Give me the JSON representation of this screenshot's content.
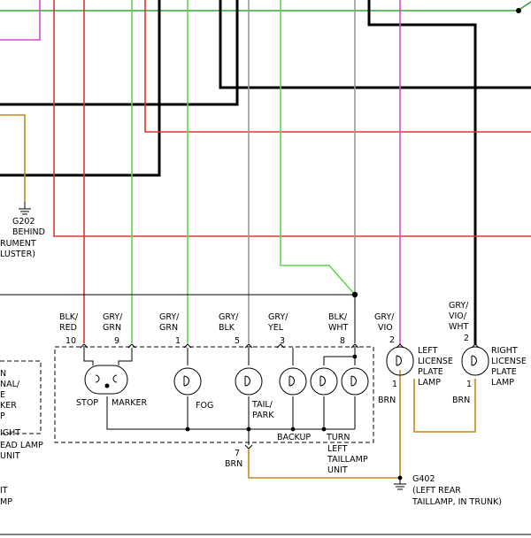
{
  "colors": {
    "red": "#e0362f",
    "green": "#5fd94a",
    "gray": "#9a9a9a",
    "violet": "#d24ad4",
    "brown": "#c58b1a",
    "black": "#000000",
    "dk_green": "#2fa836"
  },
  "left_labels": {
    "ground_id": "G202",
    "ground_desc_1": "BEHIND",
    "ground_desc_2": "RUMENT",
    "ground_desc_3": "LUSTER)",
    "partial_1": "N",
    "partial_2": "NAL/",
    "partial_3": "E",
    "partial_4": "KER",
    "partial_5": "P",
    "partial_6": "IGHT",
    "partial_7": "EAD LAMP",
    "partial_8": "UNIT",
    "partial_9": "IT",
    "partial_10": "MP"
  },
  "connector": {
    "pins": [
      {
        "color_1": "BLK/",
        "color_2": "RED",
        "pin": "10"
      },
      {
        "color_1": "GRY/",
        "color_2": "GRN",
        "pin": "9"
      },
      {
        "color_1": "GRY/",
        "color_2": "GRN",
        "pin": "1"
      },
      {
        "color_1": "GRY/",
        "color_2": "BLK",
        "pin": "5"
      },
      {
        "color_1": "GRY/",
        "color_2": "YEL",
        "pin": "3"
      },
      {
        "color_1": "BLK/",
        "color_2": "WHT",
        "pin": "8"
      }
    ],
    "ground_pin": "7",
    "ground_color": "BRN"
  },
  "bulb_labels": {
    "stop": "STOP",
    "marker": "MARKER",
    "fog": "FOG",
    "tail_1": "TAIL/",
    "tail_2": "PARK",
    "backup": "BACKUP",
    "turn": "TURN"
  },
  "unit_label": {
    "line_1": "LEFT",
    "line_2": "TAILLAMP",
    "line_3": "UNIT"
  },
  "left_plate": {
    "color_1": "GRY/",
    "color_2": "VIO",
    "pin_top": "2",
    "pin_bottom": "1",
    "bottom_color": "BRN",
    "name_1": "LEFT",
    "name_2": "LICENSE",
    "name_3": "PLATE",
    "name_4": "LAMP"
  },
  "right_plate": {
    "color_1": "GRY/",
    "color_2": "VIO/",
    "color_3": "WHT",
    "pin_top": "2",
    "pin_bottom": "1",
    "bottom_color": "BRN",
    "name_1": "RIGHT",
    "name_2": "LICENSE",
    "name_3": "PLATE",
    "name_4": "LAMP"
  },
  "ground_g402": {
    "id": "G402",
    "desc_1": "(LEFT REAR",
    "desc_2": "TAILLAMP, IN TRUNK)"
  }
}
